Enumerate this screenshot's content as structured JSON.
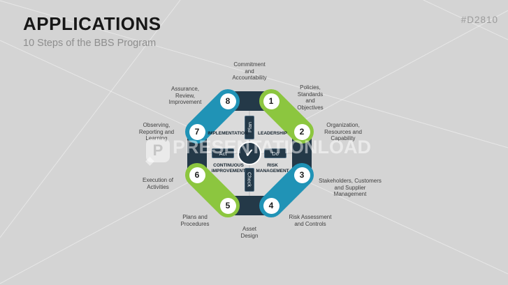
{
  "slide": {
    "title": "APPLICATIONS",
    "subtitle": "10 Steps of the BBS Program",
    "code": "#D2810"
  },
  "watermark": {
    "logo_letter": "P",
    "text": "PRESENTATIONLOAD"
  },
  "colors": {
    "background": "#D4D4D4",
    "green": "#8CC63F",
    "teal": "#2093B6",
    "navy": "#243948",
    "inner_circle": "#DBDBDB"
  },
  "pdca": {
    "plan": "Plan",
    "do": "Do",
    "check": "Check",
    "act": "Act",
    "center_check": "✓"
  },
  "quadrants": {
    "top_left": "IMPLEMENTATION",
    "top_right": "LEADERSHIP",
    "bottom_left": "CONTINUOUS\nIMPROVEMENT",
    "bottom_right": "RISK\nMANAGEMENT"
  },
  "steps": {
    "top_label": "Commitment\nand\nAccountability",
    "bottom_label": "Asset\nDesign",
    "nodes": [
      {
        "number": "1",
        "color": "green",
        "label": "Policies,\nStandards\nand\nObjectives"
      },
      {
        "number": "2",
        "color": "green",
        "label": "Organization,\nResources and\nCapability"
      },
      {
        "number": "3",
        "color": "teal",
        "label": "Stakeholders, Customers\nand Supplier\nManagement"
      },
      {
        "number": "4",
        "color": "teal",
        "label": "Risk Assessment\nand Controls"
      },
      {
        "number": "5",
        "color": "green",
        "label": "Plans and\nProcedures"
      },
      {
        "number": "6",
        "color": "green",
        "label": "Execution of\nActivities"
      },
      {
        "number": "7",
        "color": "teal",
        "label": "Observing,\nReporting and\nLearning"
      },
      {
        "number": "8",
        "color": "teal",
        "label": "Assurance,\nReview,\nImprovement"
      }
    ]
  }
}
